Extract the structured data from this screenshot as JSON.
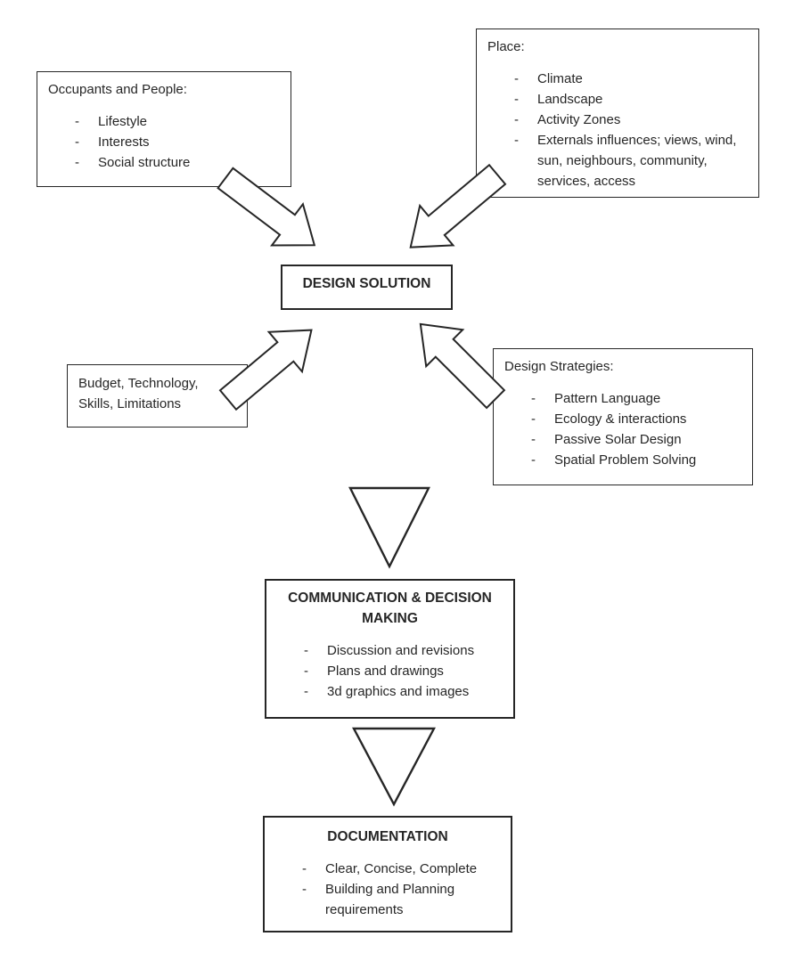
{
  "bullet_char": "-",
  "colors": {
    "ink": "#262626",
    "background": "#ffffff"
  },
  "boxes": {
    "occupants": {
      "title": "Occupants and People:",
      "items": [
        "Lifestyle",
        "Interests",
        "Social structure"
      ]
    },
    "place": {
      "title": "Place:",
      "items": [
        "Climate",
        "Landscape",
        "Activity Zones",
        "Externals influences; views, wind, sun, neighbours, community, services, access"
      ]
    },
    "design_solution": {
      "title": "DESIGN SOLUTION"
    },
    "budget": {
      "text": "Budget, Technology, Skills, Limitations"
    },
    "strategies": {
      "title": "Design Strategies:",
      "items": [
        "Pattern Language",
        "Ecology & interactions",
        "Passive Solar Design",
        "Spatial Problem Solving"
      ]
    },
    "communication": {
      "title": "COMMUNICATION & DECISION MAKING",
      "items": [
        "Discussion and revisions",
        "Plans and drawings",
        "3d graphics and images"
      ]
    },
    "documentation": {
      "title": "DOCUMENTATION",
      "items": [
        "Clear, Concise, Complete",
        "Building and Planning requirements"
      ]
    }
  },
  "connectors": [
    {
      "type": "block-arrow",
      "from": "occupants",
      "to": "design_solution"
    },
    {
      "type": "block-arrow",
      "from": "place",
      "to": "design_solution"
    },
    {
      "type": "block-arrow",
      "from": "budget",
      "to": "design_solution"
    },
    {
      "type": "block-arrow",
      "from": "strategies",
      "to": "design_solution"
    },
    {
      "type": "triangle-arrow",
      "from": "design_solution",
      "to": "communication"
    },
    {
      "type": "triangle-arrow",
      "from": "communication",
      "to": "documentation"
    }
  ]
}
